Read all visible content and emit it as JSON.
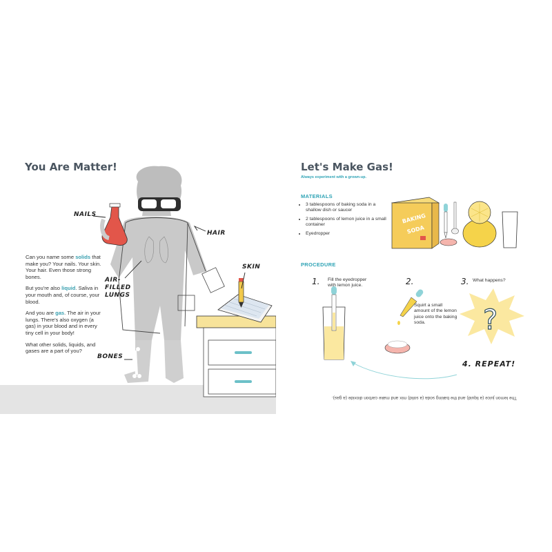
{
  "left_page": {
    "title": "You Are Matter!",
    "paragraphs": [
      {
        "before": "Can you name some ",
        "highlight": "solids",
        "after": " that make you? Your nails. Your skin. Your hair. Even those strong bones."
      },
      {
        "before": "But you're also ",
        "highlight": "liquid",
        "after": ". Saliva in your mouth and, of course, your blood."
      },
      {
        "before": "And you are ",
        "highlight": "gas",
        "after": ". The air in your lungs. There's also oxygen (a gas) in your blood and in every tiny cell in your body!"
      },
      {
        "before": "",
        "highlight": "",
        "after": "What other solids, liquids, and gases are a part of you?"
      }
    ],
    "labels": {
      "nails": "NAILS",
      "hair": "HAIR",
      "skin": "SKIN",
      "lungs_1": "AIR-",
      "lungs_2": "FILLED",
      "lungs_3": "LUNGS",
      "bones": "BONES"
    }
  },
  "right_page": {
    "title": "Let's Make Gas!",
    "subtitle": "Always experiment with a grown-up.",
    "materials_heading": "MATERIALS",
    "materials": [
      "3 tablespoons of baking soda in a shallow dish or saucer",
      "2 tablespoons of lemon juice in a small container",
      "Eyedropper"
    ],
    "box_text": [
      "BAKING",
      "SODA"
    ],
    "procedure_heading": "PROCEDURE",
    "steps": [
      {
        "num": "1.",
        "text": "Fill the eyedropper with lemon juice."
      },
      {
        "num": "2.",
        "text": "Squirt a small amount of the lemon juice onto the baking soda."
      },
      {
        "num": "3.",
        "text": "What happens?"
      }
    ],
    "repeat": "4. REPEAT!",
    "footnote": "The lemon juice (a liquid) and the baking soda (a solid) mix and make carbon dioxide (a gas)."
  },
  "colors": {
    "accent": "#2ea3b5",
    "title": "#4a5560",
    "flask_red": "#e2564a",
    "yellow": "#f5d870",
    "figure_gray": "#c8c8c8"
  }
}
